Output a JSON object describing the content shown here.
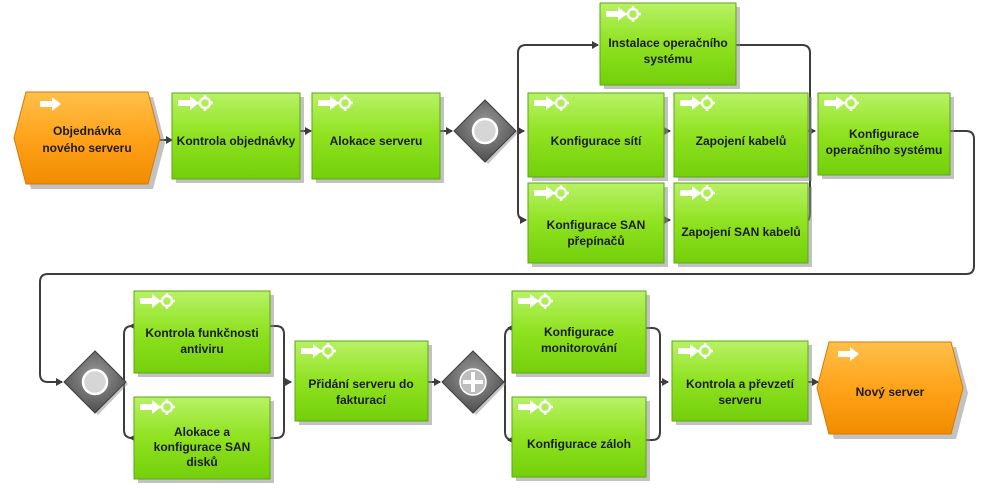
{
  "diagram": {
    "events": {
      "start": {
        "label_line1": "Objednávka",
        "label_line2": "nového serveru"
      },
      "end": {
        "label_line1": "Nový server",
        "label_line2": ""
      }
    },
    "functions": {
      "kontrola_objednavky": {
        "line1": "Kontrola objednávky",
        "line2": ""
      },
      "alokace_serveru": {
        "line1": "Alokace serveru",
        "line2": ""
      },
      "instalace_os": {
        "line1": "Instalace operačního",
        "line2": "systému"
      },
      "konfigurace_siti": {
        "line1": "Konfigurace sítí",
        "line2": ""
      },
      "zapojeni_kabelu": {
        "line1": "Zapojení kabelů",
        "line2": ""
      },
      "konfigurace_os": {
        "line1": "Konfigurace",
        "line2": "operačního systému"
      },
      "konfigurace_san_prepinacu": {
        "line1": "Konfigurace SAN",
        "line2": "přepínačů"
      },
      "zapojeni_san_kabelu": {
        "line1": "Zapojení SAN kabelů",
        "line2": ""
      },
      "kontrola_antiviru": {
        "line1": "Kontrola funkčnosti",
        "line2": "antiviru"
      },
      "alokace_san_disku": {
        "line1": "Alokace a",
        "line2": "konfigurace SAN",
        "line3": "disků"
      },
      "pridani_fakturaci": {
        "line1": "Přidání serveru do",
        "line2": "fakturací"
      },
      "konfigurace_monitorovani": {
        "line1": "Konfigurace",
        "line2": "monitorování"
      },
      "konfigurace_zaloh": {
        "line1": "Konfigurace záloh",
        "line2": ""
      },
      "kontrola_prevzeti": {
        "line1": "Kontrola a převzetí",
        "line2": "serveru"
      }
    },
    "gateways": {
      "or_split_1": {
        "type": "OR"
      },
      "or_split_2": {
        "type": "OR"
      },
      "and_split": {
        "type": "AND"
      }
    },
    "colors": {
      "function_fill": "#8fe21f",
      "function_fill_light": "#c2f57c",
      "event_fill": "#ffa31a",
      "event_fill_light": "#ffd278",
      "connector": "#3d3d3d",
      "gateway": "#6b6b6b"
    }
  }
}
